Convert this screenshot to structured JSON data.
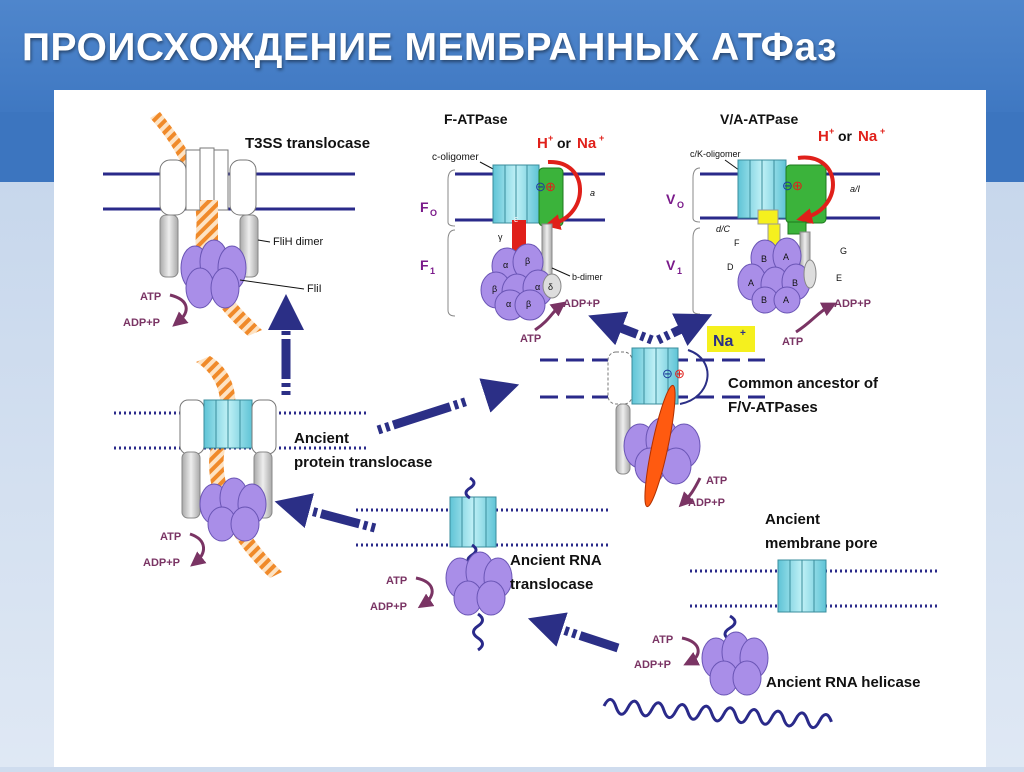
{
  "slide_title": "ПРОИСХОЖДЕНИЕ МЕМБРАННЫХ АТФаз",
  "labels": {
    "t3ss_translocase": "T3SS translocase",
    "flih_dimer": "FliH dimer",
    "flii": "FliI",
    "f_atpase": "F-ATPase",
    "va_atpase": "V/A-ATPase",
    "h": "H",
    "or": "or",
    "na": "Na",
    "c_oligomer": "c-oligomer",
    "ck_oligomer": "c/K-oligomer",
    "sub_a": "a",
    "sub_ai": "a/I",
    "sub_gamma": "γ",
    "sub_epsilon": "ε",
    "sub_delta": "δ",
    "b_dimer": "b-dimer",
    "fo": "F",
    "fo_sub": "O",
    "f1": "F",
    "f1_sub": "1",
    "vo": "V",
    "vo_sub": "O",
    "v1": "V",
    "v1_sub": "1",
    "dc": "d/C",
    "sub_f": "F",
    "sub_d": "D",
    "sub_g": "G",
    "sub_e": "E",
    "alpha": "α",
    "beta": "β",
    "big_a": "A",
    "big_b": "B",
    "atp": "ATP",
    "adp": "ADP+P",
    "na_box": "Na",
    "common_ancestor_1": "Common ancestor of",
    "common_ancestor_2": "F/V-ATPases",
    "ancient_protein_1": "Ancient",
    "ancient_protein_2": "protein translocase",
    "ancient_rna_tr_1": "Ancient RNA",
    "ancient_rna_tr_2": "translocase",
    "ancient_pore_1": "Ancient",
    "ancient_pore_2": "membrane pore",
    "ancient_helicase": "Ancient RNA helicase",
    "minus": "⊖",
    "plus": "⊕"
  },
  "colors": {
    "membrane": "#2a2a8a",
    "c_ring": "#8fd9e6",
    "hexamer": "#a98ee8",
    "arrow": "#2b2f86",
    "adp_arrow": "#7a3464",
    "green": "#3bb33b",
    "red": "#e0201a",
    "orange": "#f08a2a",
    "yellow": "#f5f01e"
  }
}
